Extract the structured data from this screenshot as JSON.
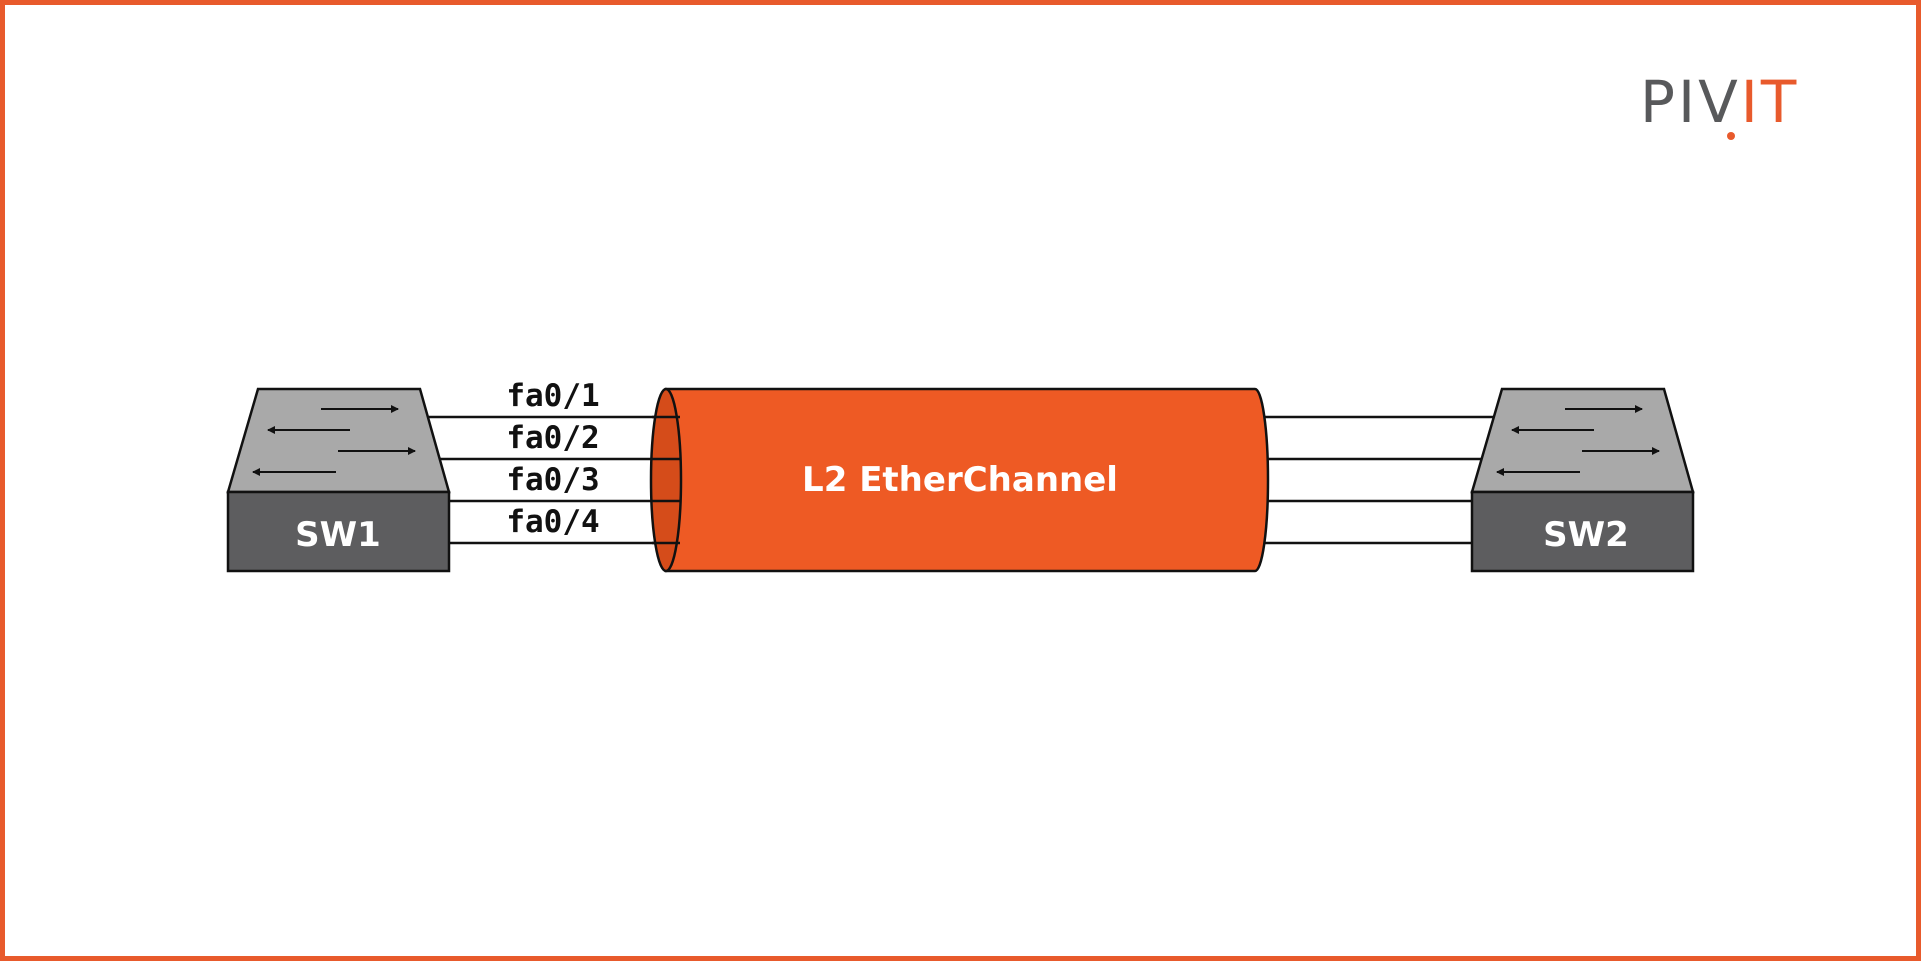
{
  "logo": {
    "part1": "PI",
    "part2": "V",
    "part3": "IT",
    "color_dark": "#58595b",
    "color_accent": "#e85a2c"
  },
  "switches": {
    "left": {
      "label": "SW1"
    },
    "right": {
      "label": "SW2"
    }
  },
  "channel": {
    "label": "L2 EtherChannel",
    "color": "#ee5a24"
  },
  "ports": [
    "fa0/1",
    "fa0/2",
    "fa0/3",
    "fa0/4"
  ],
  "colors": {
    "frame": "#e85a2c",
    "switch_top": "#a9a9a9",
    "switch_body": "#5d5d5f"
  }
}
